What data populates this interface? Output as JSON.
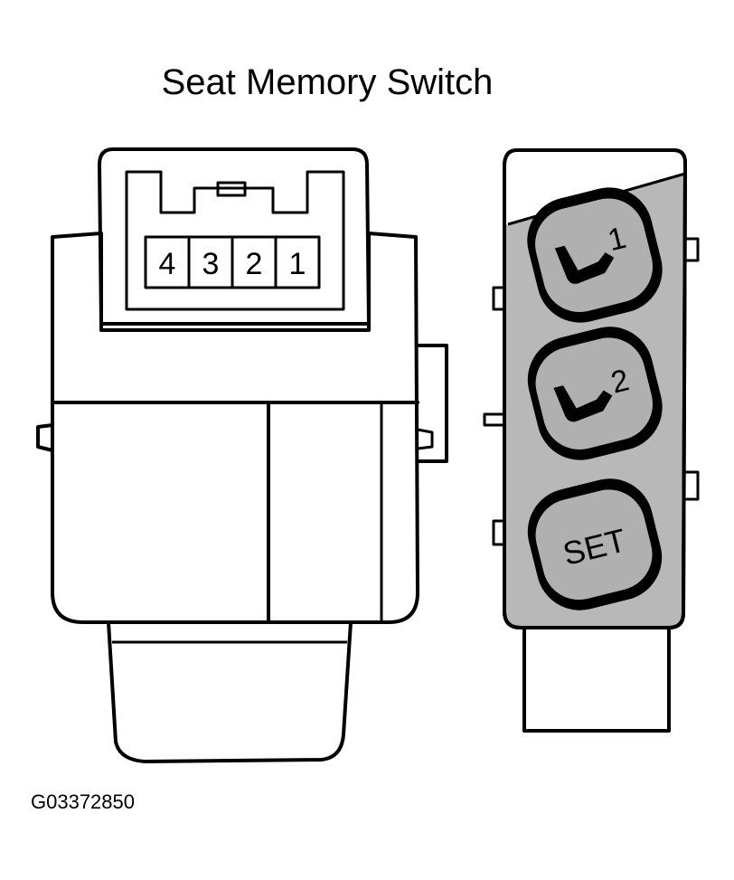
{
  "title": "Seat Memory Switch",
  "connector": {
    "pins": [
      "4",
      "3",
      "2",
      "1"
    ]
  },
  "buttons": {
    "memory_1": "1",
    "memory_2": "2",
    "set": "SET"
  },
  "figure_code": "G03372850",
  "icons": [
    "seat-icon",
    "seat-icon"
  ]
}
